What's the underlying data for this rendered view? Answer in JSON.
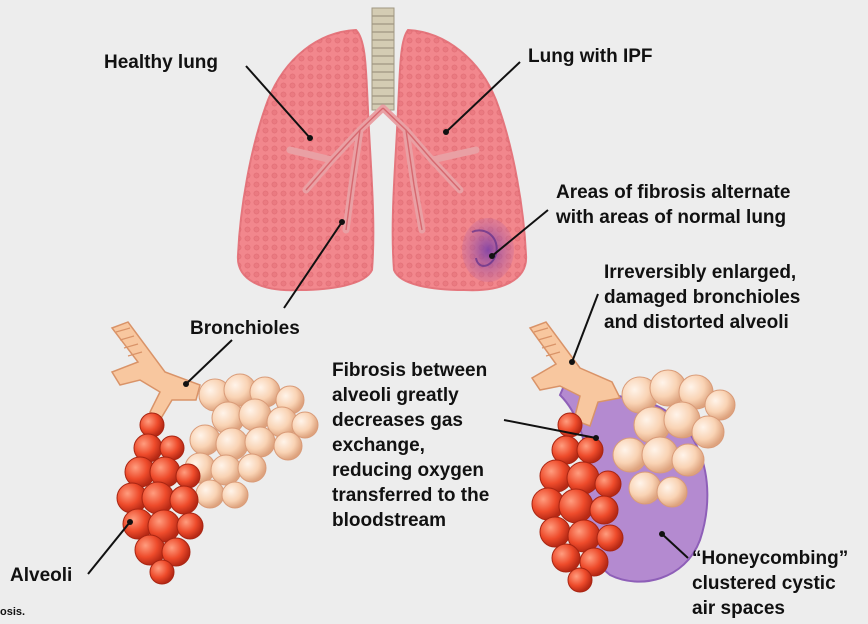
{
  "labels": {
    "healthy_lung": "Healthy lung",
    "lung_ipf": "Lung with IPF",
    "fibrosis_areas": "Areas of fibrosis alternate\nwith areas of normal lung",
    "bronchioles_damaged": "Irreversibly enlarged,\ndamaged bronchioles\nand distorted alveoli",
    "bronchioles": "Bronchioles",
    "fibrosis_between": "Fibrosis between\nalveoli greatly\ndecreases gas\nexchange,\nreducing oxygen\ntransferred to the\nbloodstream",
    "alveoli": "Alveoli",
    "honeycombing": "“Honeycombing”\nclustered cystic\nair spaces",
    "caption_fragment": "osis."
  },
  "colors": {
    "background": "#ededed",
    "lung": "#f08a8f",
    "lung_dark": "#d9565e",
    "trachea": "#c9c2a8",
    "alveoli_red": "#ee4b2b",
    "alveoli_peach": "#f9d3b4",
    "fibrosis_purple": "#8e5fb8",
    "bronchiole": "#f6c49b"
  }
}
